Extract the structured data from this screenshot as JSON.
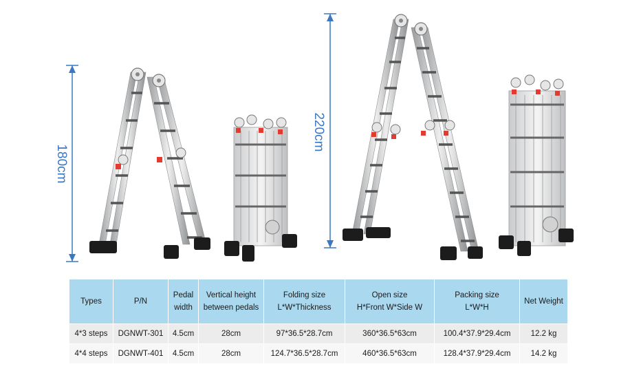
{
  "dimensions": {
    "small_height": "180cm",
    "tall_height": "220cm"
  },
  "colors": {
    "accent_blue": "#3a78c3",
    "header_bg": "#a9d8ef",
    "ladder_silver": "#d9dadb",
    "hinge_red": "#e23b2f",
    "foot_black": "#1c1c1c"
  },
  "table": {
    "headers": [
      "Types",
      "P/N",
      "Pedal\nwidth",
      "Vertical height\nbetween  pedals",
      "Folding size\nL*W*Thickness",
      "Open size\nH*Front W*Side W",
      "Packing size\nL*W*H",
      "Net  Weight"
    ],
    "rows": [
      [
        "4*3 steps",
        "DGNWT-301",
        "4.5cm",
        "28cm",
        "97*36.5*28.7cm",
        "360*36.5*63cm",
        "100.4*37.9*29.4cm",
        "12.2 kg"
      ],
      [
        "4*4 steps",
        "DGNWT-401",
        "4.5cm",
        "28cm",
        "124.7*36.5*28.7cm",
        "460*36.5*63cm",
        "128.4*37.9*29.4cm",
        "14.2 kg"
      ]
    ]
  }
}
